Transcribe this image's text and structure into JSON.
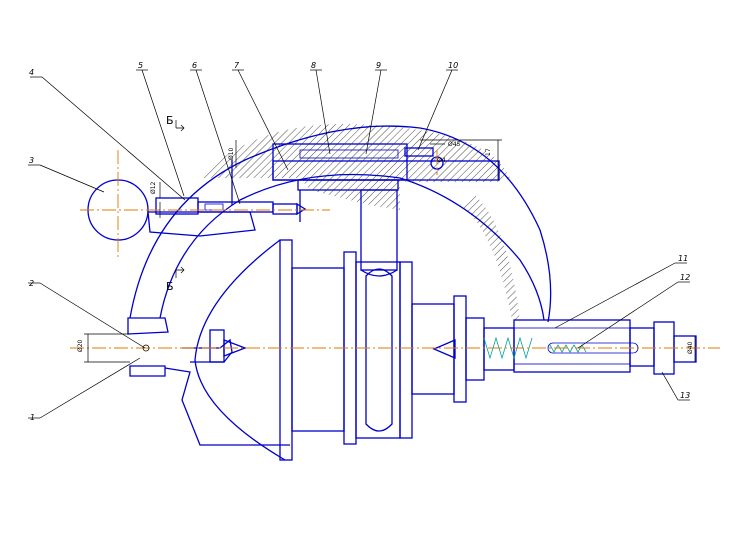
{
  "drawing": {
    "callouts": [
      {
        "id": "c1",
        "text": "1"
      },
      {
        "id": "c2",
        "text": "2"
      },
      {
        "id": "c3",
        "text": "3"
      },
      {
        "id": "c4",
        "text": "4"
      },
      {
        "id": "c5",
        "text": "5"
      },
      {
        "id": "c6",
        "text": "6"
      },
      {
        "id": "c7",
        "text": "7"
      },
      {
        "id": "c8",
        "text": "8"
      },
      {
        "id": "c9",
        "text": "9"
      },
      {
        "id": "c10",
        "text": "10"
      },
      {
        "id": "c11",
        "text": "11"
      },
      {
        "id": "c12",
        "text": "12"
      },
      {
        "id": "c13",
        "text": "13"
      }
    ],
    "section_marks": [
      "Б",
      "Б"
    ],
    "dimensions": [
      "Ø20",
      "Ø12",
      "Ø10",
      "Ø45",
      "Ø4",
      "17",
      "Ø40"
    ]
  },
  "colors": {
    "contour": "#0000cc",
    "axis": "#e07a00",
    "spring": "#00a0a0",
    "leader": "#000000",
    "hatch": "#000000"
  }
}
